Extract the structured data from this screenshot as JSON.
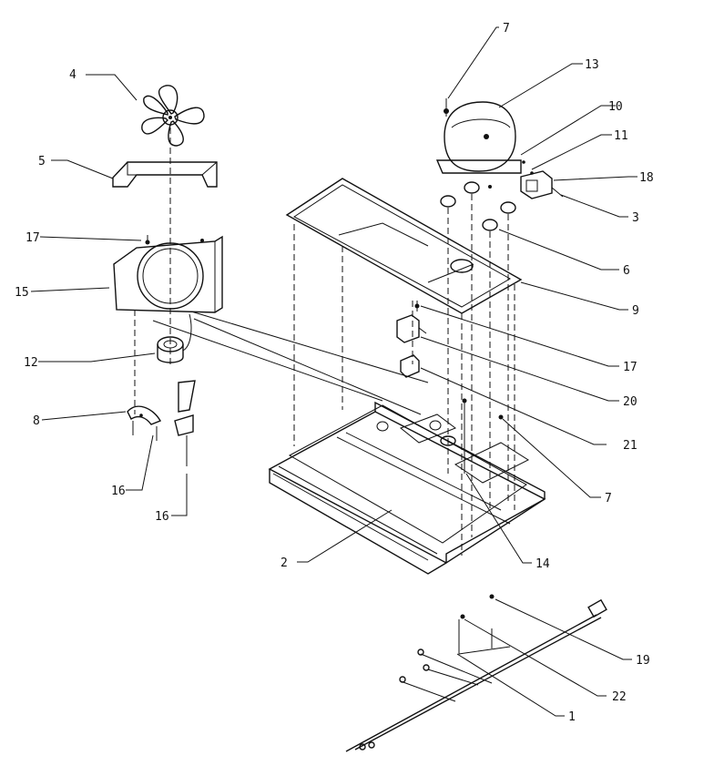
{
  "diagram": {
    "type": "exploded parts view",
    "callouts": [
      {
        "id": "c1",
        "number": "1"
      },
      {
        "id": "c2",
        "number": "2"
      },
      {
        "id": "c3",
        "number": "3"
      },
      {
        "id": "c4",
        "number": "4"
      },
      {
        "id": "c5",
        "number": "5"
      },
      {
        "id": "c6",
        "number": "6"
      },
      {
        "id": "c7a",
        "number": "7"
      },
      {
        "id": "c7b",
        "number": "7"
      },
      {
        "id": "c8",
        "number": "8"
      },
      {
        "id": "c9",
        "number": "9"
      },
      {
        "id": "c10",
        "number": "10"
      },
      {
        "id": "c11",
        "number": "11"
      },
      {
        "id": "c12",
        "number": "12"
      },
      {
        "id": "c13",
        "number": "13"
      },
      {
        "id": "c14",
        "number": "14"
      },
      {
        "id": "c15",
        "number": "15"
      },
      {
        "id": "c16a",
        "number": "16"
      },
      {
        "id": "c16b",
        "number": "16"
      },
      {
        "id": "c17a",
        "number": "17"
      },
      {
        "id": "c17b",
        "number": "17"
      },
      {
        "id": "c18",
        "number": "18"
      },
      {
        "id": "c19",
        "number": "19"
      },
      {
        "id": "c20",
        "number": "20"
      },
      {
        "id": "c21",
        "number": "21"
      },
      {
        "id": "c22",
        "number": "22"
      }
    ]
  }
}
